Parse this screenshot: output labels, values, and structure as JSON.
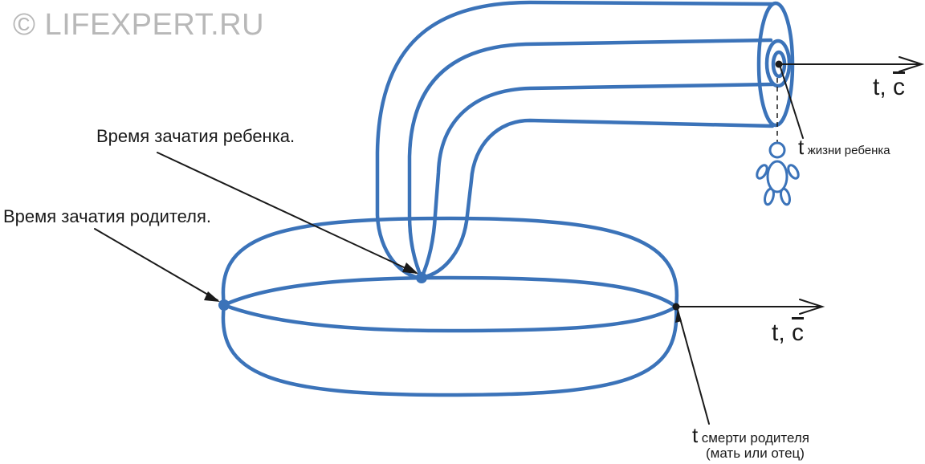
{
  "watermark": "© LIFEXPERT.RU",
  "labels": {
    "child_conception": "Время зачатия ребенка.",
    "parent_conception": "Время зачатия родителя.",
    "axis_symbol": "t,",
    "axis_symbol_c": "c",
    "t_letter": "t",
    "child_life": "жизни ребенка",
    "parent_death_line1": "смерти родителя",
    "parent_death_line2": "(мать или отец)"
  },
  "colors": {
    "tube_stroke": "#3b73b9",
    "arrow": "#1a1a1a",
    "watermark": "#b8b8b8"
  },
  "icons": [
    "child-figure-icon"
  ]
}
